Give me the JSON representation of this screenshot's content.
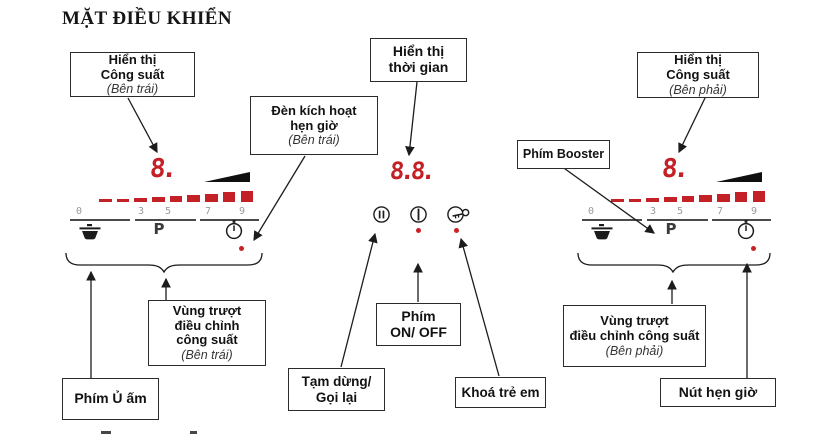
{
  "title": "MẶT ĐIỀU KHIỂN",
  "callouts": {
    "left_power_display": {
      "line1": "Hiển thị",
      "line2": "Công suất",
      "note": "(Bên trái)"
    },
    "timer_indicator": {
      "line1": "Đèn kích hoạt",
      "line2": "hẹn giờ",
      "note": "(Bên trái)"
    },
    "time_display": {
      "line1": "Hiển thị",
      "line2": "thời gian"
    },
    "right_power_display": {
      "line1": "Hiển thị",
      "line2": "Công suất",
      "note": "(Bên phải)"
    },
    "booster": {
      "line1": "Phím Booster"
    },
    "left_slider": {
      "line1": "Vùng trượt",
      "line2": "điều chỉnh",
      "line3": "công suất",
      "note": "(Bên trái)"
    },
    "keep_warm": {
      "line1": "Phím Ủ ấm"
    },
    "on_off": {
      "line1": "Phím",
      "line2": "ON/ OFF"
    },
    "pause_recall": {
      "line1": "Tạm dừng/",
      "line2": "Gọi lại"
    },
    "child_lock": {
      "line1": "Khoá trẻ em"
    },
    "right_slider": {
      "line1": "Vùng trượt",
      "line2": "điều chỉnh công suất",
      "note": "(Bên phải)"
    },
    "timer_button": {
      "line1": "Nút hẹn giờ"
    }
  },
  "panels": {
    "left": {
      "power_display": "8.",
      "scale": [
        "0",
        "3",
        "5",
        "7",
        "9"
      ],
      "power_label": "P"
    },
    "right": {
      "power_display": "8.",
      "scale": [
        "0",
        "3",
        "5",
        "7",
        "9"
      ],
      "power_label": "P"
    },
    "center": {
      "time_display": "8.8."
    }
  },
  "icons": {
    "keep_warm": "pot-icon",
    "timer": "clock-timer-icon",
    "pause_recall": "pause-icon",
    "on_off": "power-icon",
    "child_lock": "key-icon"
  },
  "colors": {
    "segment_red": "#c32026",
    "bar_red": "#c32127",
    "indicator_red": "#cc2027",
    "scale_gray": "#9a9a9a",
    "line_black": "#1c1c1c"
  }
}
